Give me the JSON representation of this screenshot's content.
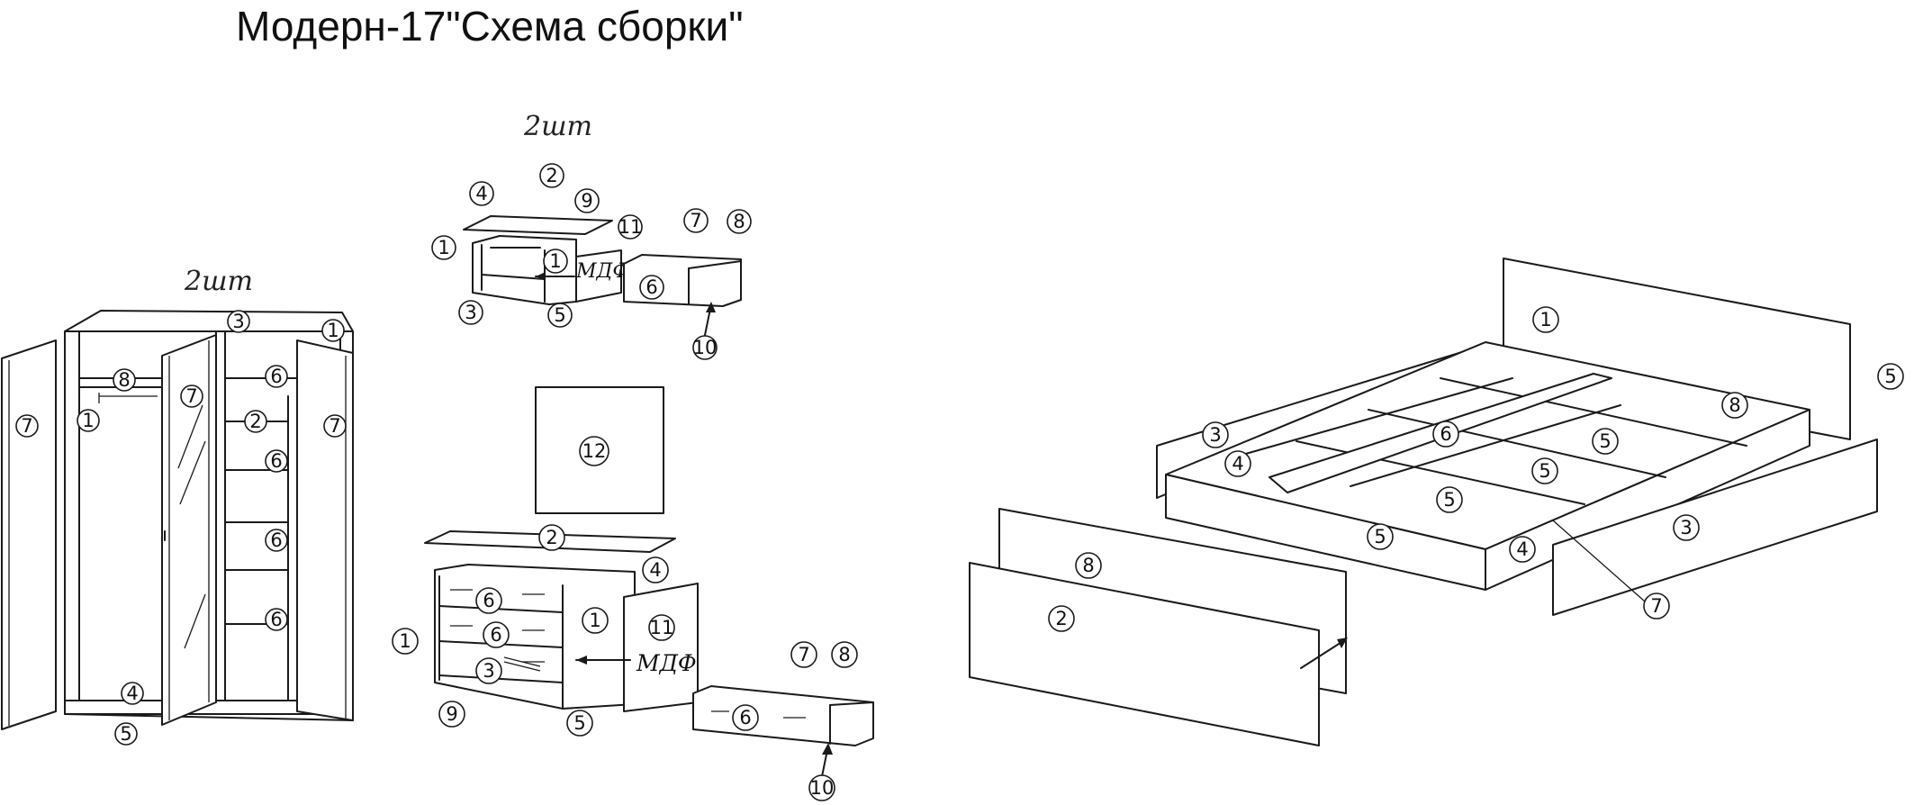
{
  "title": "Модерн-17\"Схема сборки\"",
  "qty_label": "2шт",
  "material_label": "МДФ",
  "callouts": {
    "wardrobe": [
      "3",
      "1",
      "8",
      "7",
      "7",
      "7",
      "1",
      "6",
      "2",
      "6",
      "6",
      "6",
      "4",
      "5"
    ],
    "nightstand": [
      "2",
      "4",
      "9",
      "11",
      "7",
      "8",
      "1",
      "1",
      "6",
      "3",
      "5",
      "10"
    ],
    "mirror": [
      "12"
    ],
    "dresser": [
      "2",
      "4",
      "6",
      "6",
      "1",
      "11",
      "1",
      "3",
      "9",
      "5",
      "7",
      "8",
      "6",
      "10"
    ],
    "bed": [
      "1",
      "5",
      "3",
      "8",
      "4",
      "6",
      "5",
      "5",
      "5",
      "5",
      "4",
      "3",
      "7",
      "8",
      "2"
    ]
  }
}
